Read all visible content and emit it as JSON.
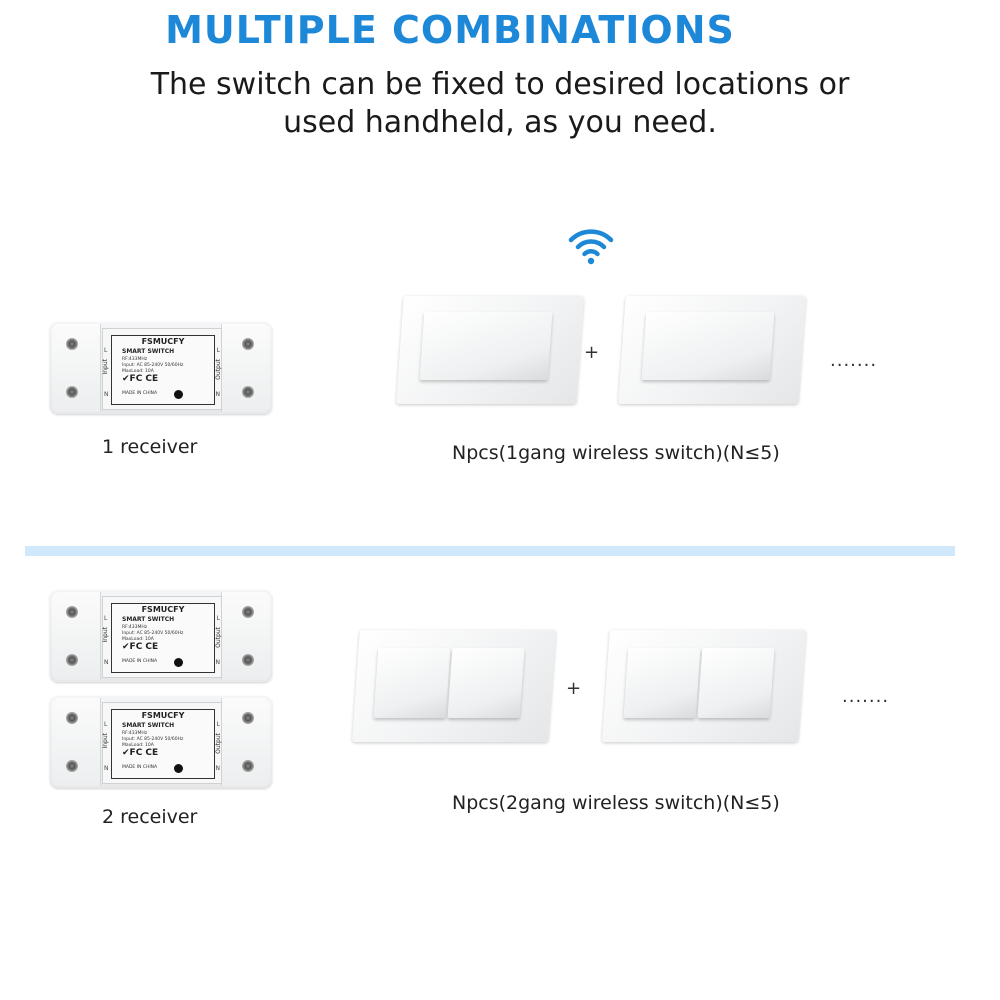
{
  "header": {
    "title": "MULTIPLE COMBINATIONS",
    "subtitle_line1": "The switch can be fixed to desired locations or",
    "subtitle_line2": "used handheld, as you need."
  },
  "colors": {
    "title": "#1e88d8",
    "divider": "#cfe8fb",
    "wifi": "#1e88d8"
  },
  "receiver_device": {
    "brand": "FSMUCFY",
    "model": "SMART SWITCH",
    "rf": "RF:433MHz",
    "input": "Input: AC 85-240V 50/60Hz",
    "maxload": "MaxLoad: 10A",
    "cert": "✔FC CE",
    "made": "MADE IN CHINA",
    "input_side": "Input",
    "output_side": "Output",
    "terminal_l": "L",
    "terminal_n": "N"
  },
  "section1": {
    "receiver_label": "1 receiver",
    "switch_label": "Npcs(1gang wireless switch)(N≤5)",
    "plus": "+",
    "ellipsis": ".......",
    "icon": "wifi-icon"
  },
  "section2": {
    "receiver_label": "2 receiver",
    "switch_label": "Npcs(2gang wireless switch)(N≤5)",
    "plus": "+",
    "ellipsis": "......."
  }
}
